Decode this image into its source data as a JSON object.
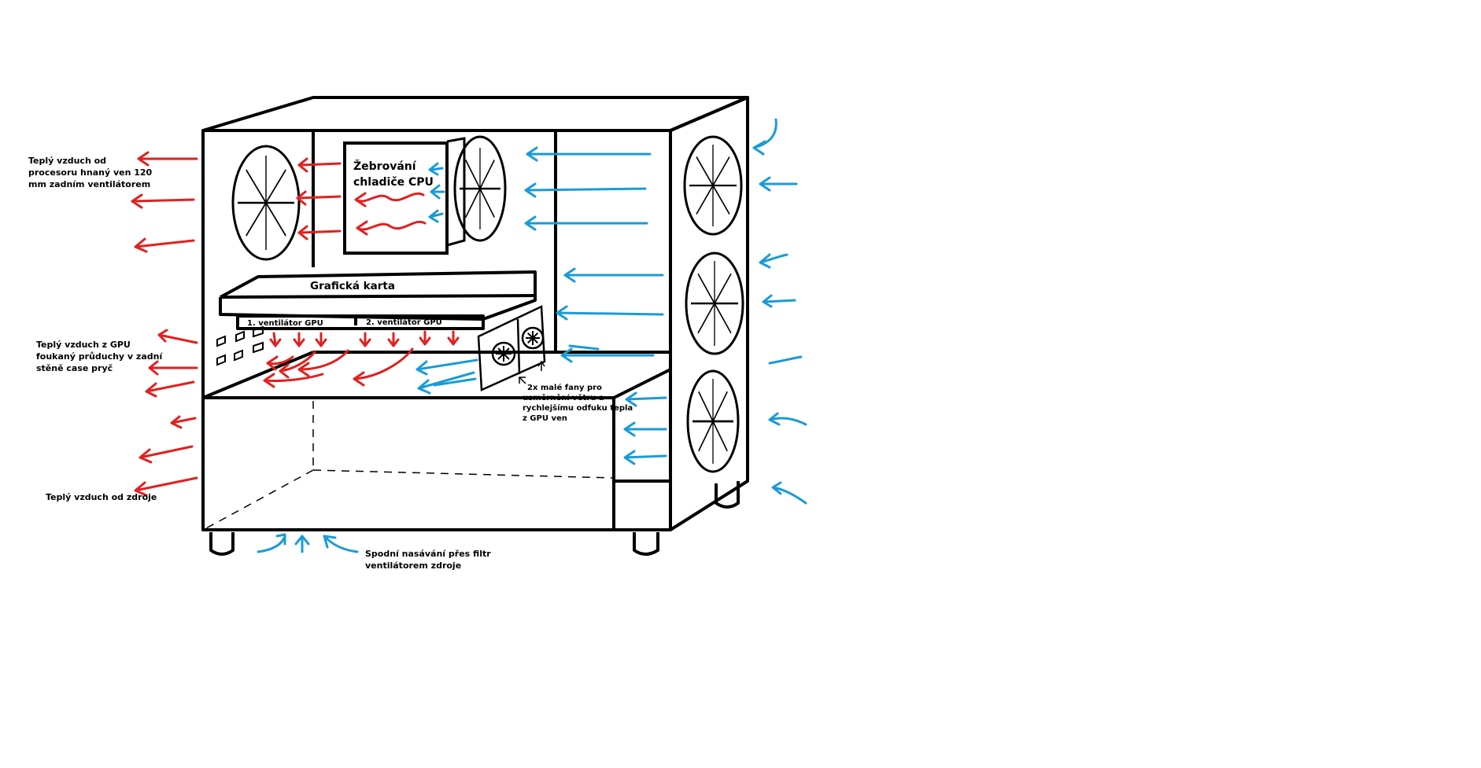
{
  "labels": {
    "cpu_exhaust": [
      "Teplý vzduch od",
      "procesoru hnaný ven 120",
      "mm zadním ventilátorem"
    ],
    "gpu_exhaust": [
      "Teplý vzduch z GPU",
      "foukaný průduchy v zadní",
      "stěně case pryč"
    ],
    "psu_exhaust": "Teplý vzduch od zdroje",
    "heatsink": [
      "Žebrování",
      "chladiče CPU"
    ],
    "graphics_card": "Grafická karta",
    "gpu_fan_1": "1. ventilátor GPU",
    "gpu_fan_2": "2. ventilátor GPU",
    "small_fans_note": [
      "2x malé fany pro",
      "usměrnění větru a",
      "rychlejšímu odfuku tepla",
      "z GPU ven"
    ],
    "bottom_intake": [
      "Spodní nasávání přes filtr",
      "ventilátorem zdroje"
    ]
  },
  "colors": {
    "outline": "#000000",
    "hot_air": "#e0211f",
    "cool_air": "#1a9bd7"
  }
}
